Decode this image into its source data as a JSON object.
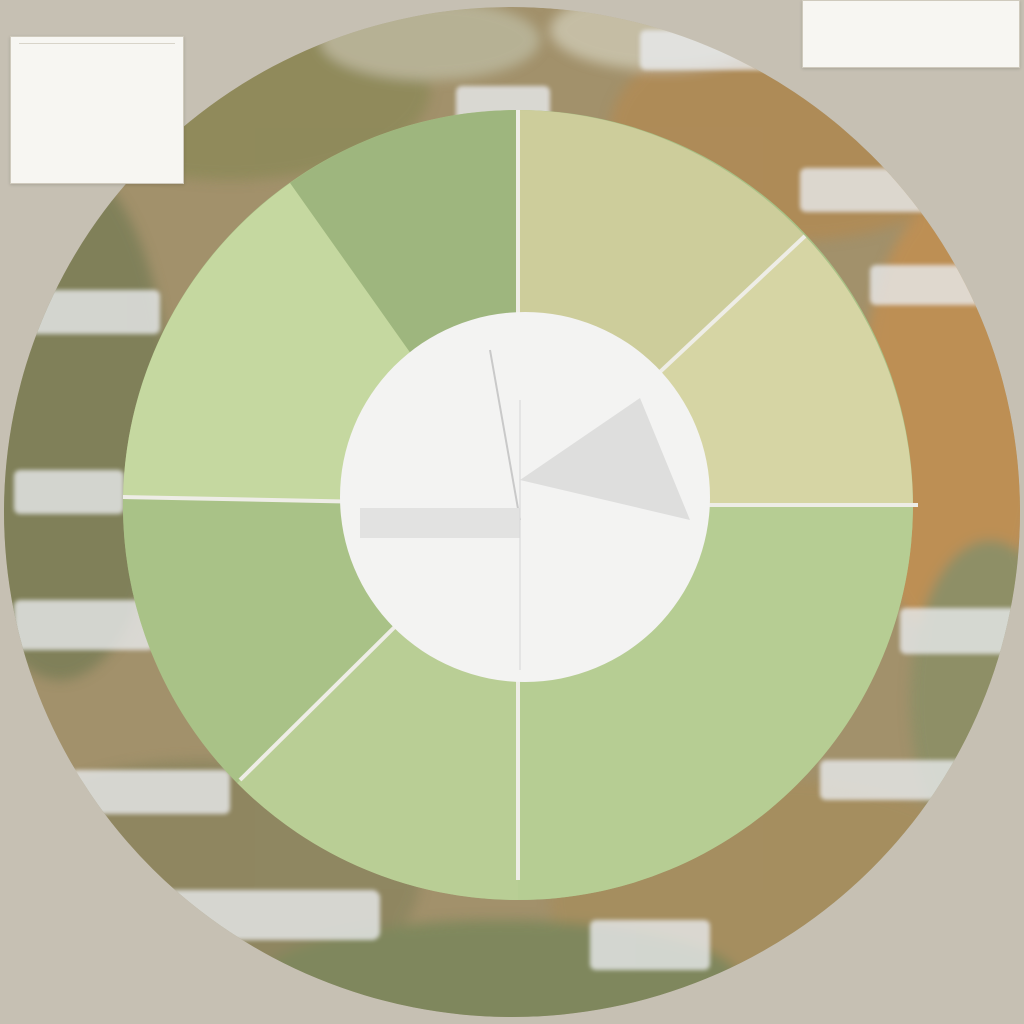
{
  "colors": {
    "backdrop": "#c6c0b3",
    "ring_landscape": [
      "#a3926d",
      "#8e8a5a",
      "#b88e5a",
      "#7d8a62",
      "#c2a46b"
    ],
    "segment_green": "#b3c892",
    "segment_light_green": "#c9dba2",
    "segment_mid_green": "#9fb981",
    "segment_olive": "#cdcf9d",
    "segment_pale_olive": "#d7d7a6",
    "center_disc": "#f1f1f0",
    "divider": "#e9e8e0"
  },
  "panels": {
    "top_left": {
      "title": "",
      "lines": [],
      "note_lines": []
    },
    "top_right": {
      "title": "",
      "lines": []
    }
  },
  "diagram": {
    "segments": [
      {
        "id": "top-left",
        "heading": "",
        "lines": []
      },
      {
        "id": "top-right",
        "heading": "",
        "lines": []
      },
      {
        "id": "right",
        "heading": "",
        "lines": []
      },
      {
        "id": "bottom-right",
        "heading": "",
        "lines": []
      },
      {
        "id": "bottom",
        "heading": "",
        "lines": []
      },
      {
        "id": "bottom-left",
        "heading": "",
        "lines": []
      },
      {
        "id": "left",
        "heading": "",
        "lines": []
      }
    ],
    "center": {
      "left_text": [],
      "right_text": []
    }
  },
  "footer_note": {
    "lines": []
  }
}
